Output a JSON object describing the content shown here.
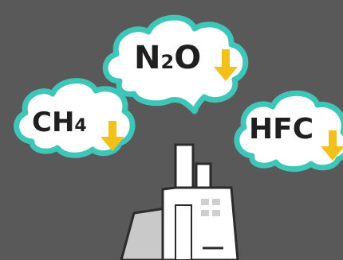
{
  "gases": {
    "n2o": {
      "main": "N",
      "sub": "2",
      "tail": "O"
    },
    "ch4": {
      "main": "CH",
      "sub": "4"
    },
    "hfc": {
      "main": "HFC"
    }
  },
  "colors": {
    "background": "#595959",
    "cloud_fill": "#ffffff",
    "cloud_outline": "#3ec6b9",
    "arrow": "#f2c21a",
    "factory_outline": "#2b2b2b",
    "factory_fill": "#ffffff",
    "factory_shade": "#c9c9c9"
  },
  "icons": {
    "cloud": "cloud-icon",
    "arrow": "arrow-down-icon",
    "factory": "factory-icon"
  }
}
